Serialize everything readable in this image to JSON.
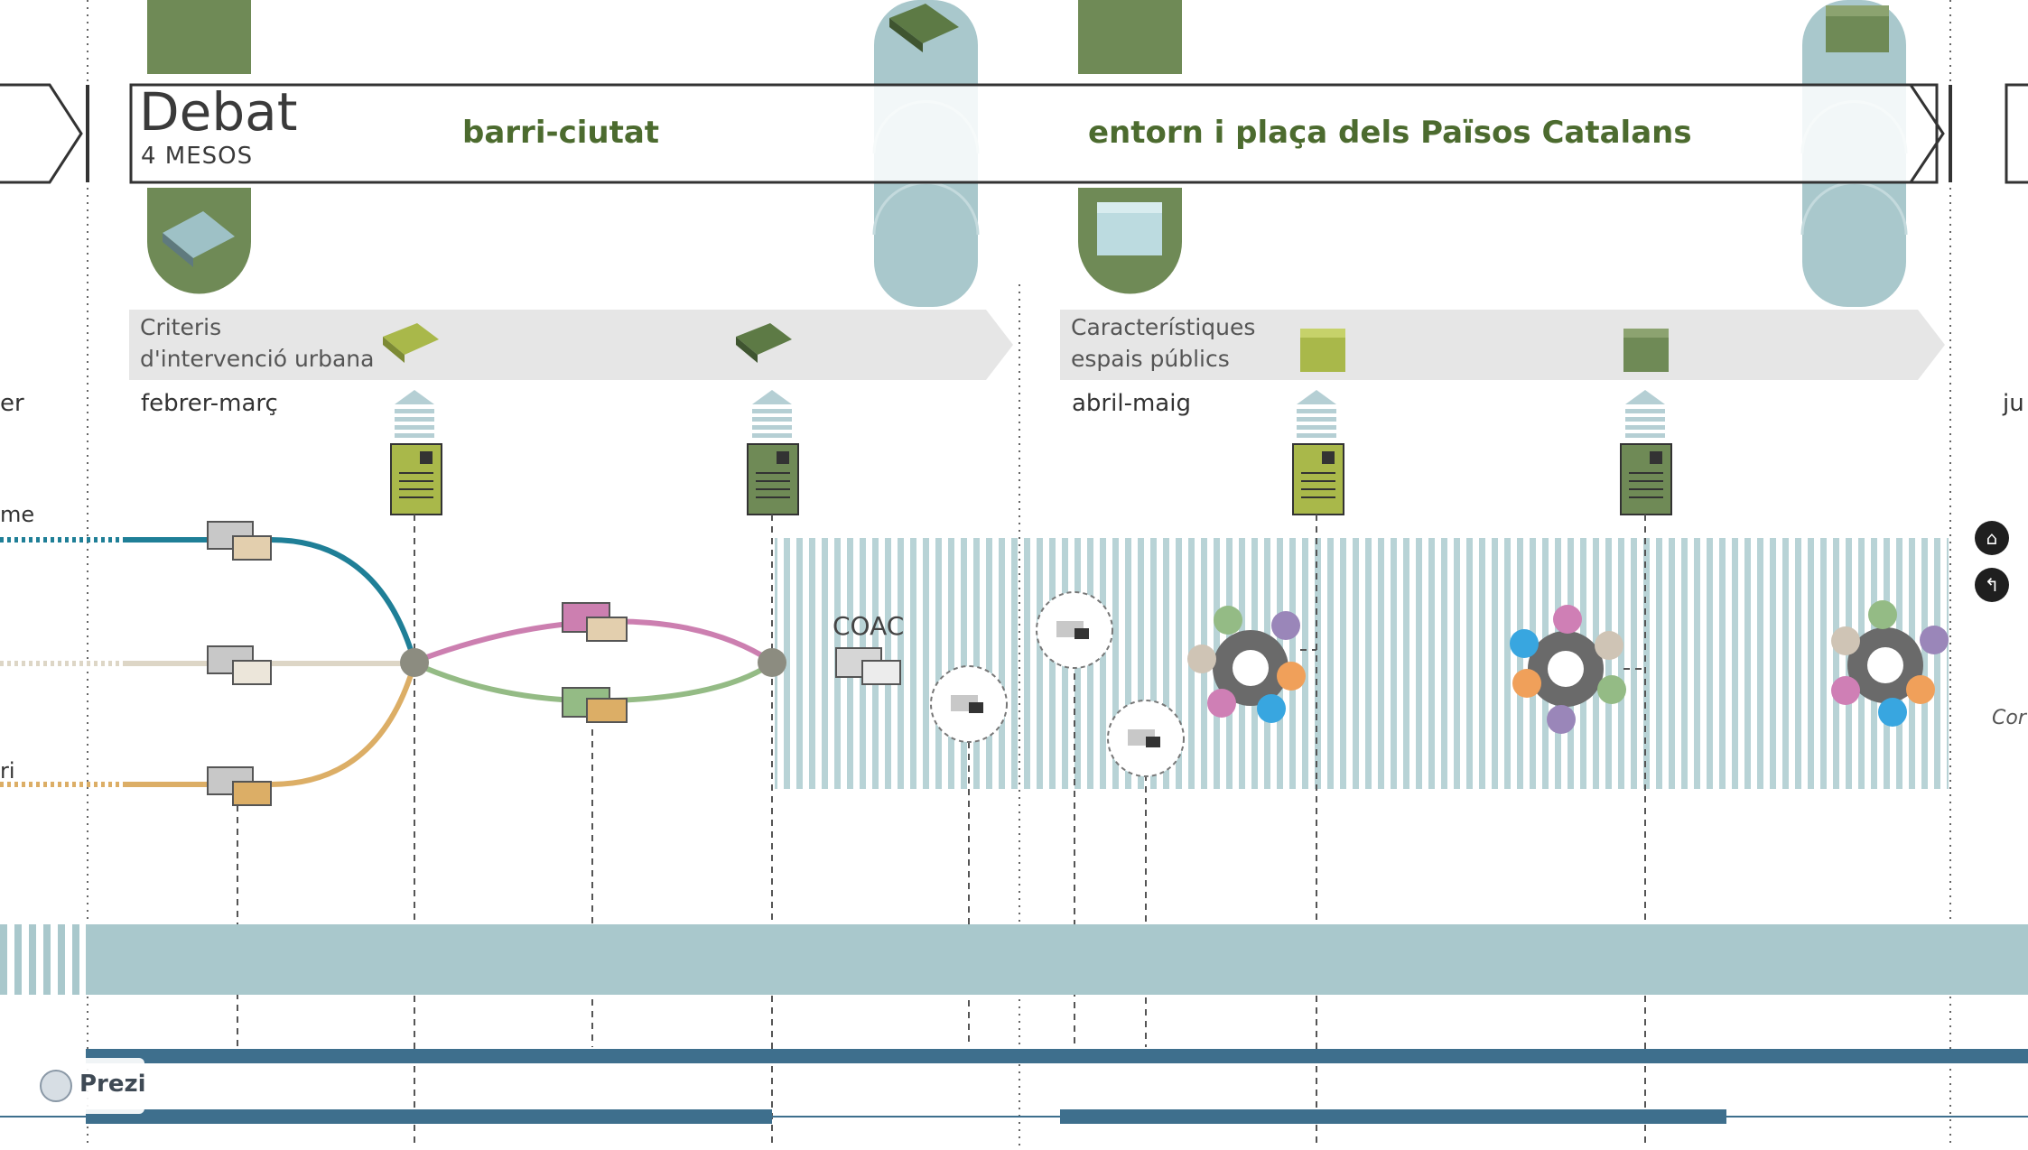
{
  "phase": {
    "title": "Debat",
    "duration": "4 MESOS"
  },
  "themes": [
    "barri-ciutat",
    "entorn i plaça dels Països Catalans"
  ],
  "bands": [
    {
      "label_line1": "Criteris",
      "label_line2": "d'intervenció urbana",
      "period": "febrer-març"
    },
    {
      "label_line1": "Característiques",
      "label_line2": "espais públics",
      "period": "abril-maig"
    }
  ],
  "edge_text": {
    "left_period": "er",
    "left_row1": "me",
    "left_row3": "ri",
    "right_period": "ju",
    "right_note": "Cor"
  },
  "labels": {
    "coac": "COAC"
  },
  "colors": {
    "olive_dark": "#6f8a56",
    "olive_light": "#a9b84a",
    "teal_light": "#a9c8cc",
    "teal_line": "#1f7f97",
    "beige": "#ddd6c6",
    "orange_line": "#dcae66",
    "pink_line": "#cc7fb0",
    "green_line": "#94bb85",
    "band_grey": "#e6e6e6",
    "bottom_blue": "#3e6f8d"
  },
  "icons": {
    "home": "home-icon",
    "back": "back-icon",
    "prezi": "prezi-logo"
  },
  "prezi": {
    "label": "Prezi"
  }
}
